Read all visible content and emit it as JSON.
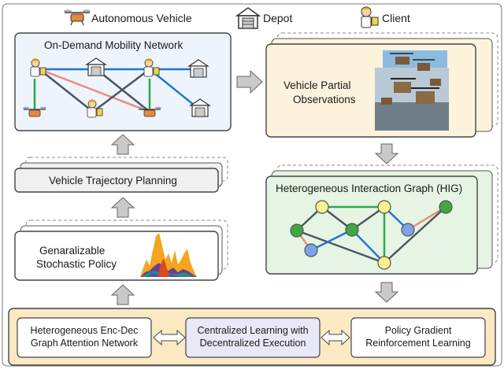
{
  "legend": {
    "vehicle_label": "Autonomous Vehicle",
    "depot_label": "Depot",
    "client_label": "Client"
  },
  "panels": {
    "network_title": "On-Demand Mobility Network",
    "observations_line1": "Vehicle Partial",
    "observations_line2": "Observations",
    "trajectory_label": "Vehicle Trajectory Planning",
    "hig_title": "Heterogeneous Interaction Graph (HIG)",
    "policy_line1": "Genaralizable",
    "policy_line2": "Stochastic Policy"
  },
  "bottom": {
    "encdec_line1": "Heterogeneous Enc-Dec",
    "encdec_line2": "Graph Attention Network",
    "ctde_line1": "Centralized Learning with",
    "ctde_line2": "Decentralized Execution",
    "pg_line1": "Policy Gradient",
    "pg_line2": "Reinforcement Learning"
  },
  "colors": {
    "network_bg": "#eef4fb",
    "observations_bg": "#fdf3dc",
    "hig_bg": "#e6f4e3",
    "bottom_bg": "#fbe9c4",
    "ctde_bg": "#e8e8f8",
    "edge_blue": "#2176d2",
    "edge_red": "#ee8a7a",
    "edge_green": "#2ca84a",
    "edge_gray": "#4a5560",
    "node_yellow": "#f9f18c",
    "node_green": "#3fa843",
    "node_blue": "#7aa3e8"
  }
}
